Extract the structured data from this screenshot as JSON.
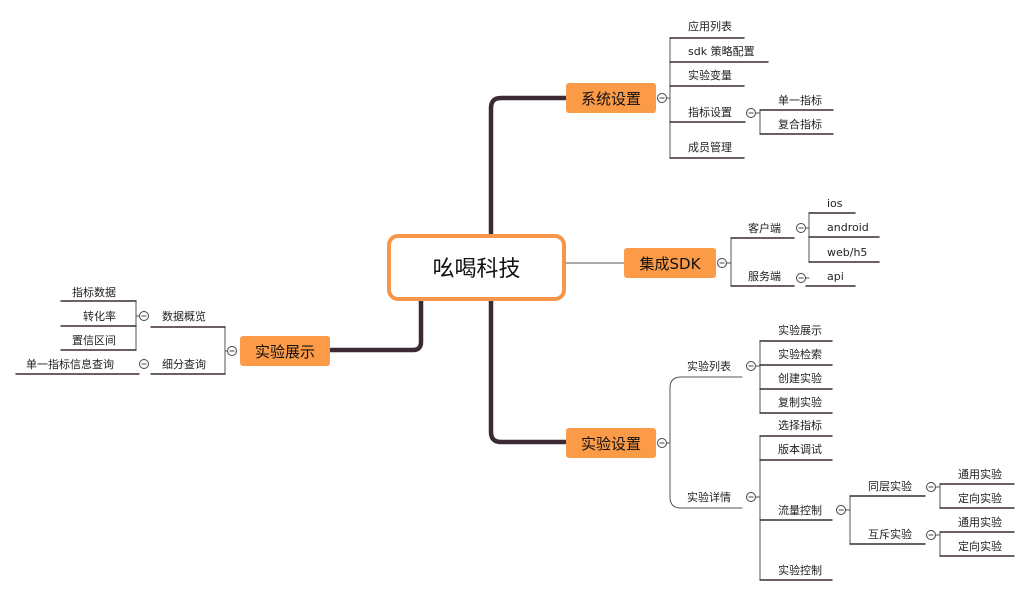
{
  "center": "吆喝科技",
  "colors": {
    "branch_fill": "#fb9a47",
    "center_border": "#f5964a",
    "line": "#3b2a33"
  },
  "branches": {
    "system": {
      "label": "系统设置",
      "items": [
        "应用列表",
        "sdk 策略配置",
        "实验变量",
        "指标设置",
        "成员管理"
      ],
      "metrics": [
        "单一指标",
        "复合指标"
      ]
    },
    "sdk": {
      "label": "集成SDK",
      "client": "客户端",
      "client_items": [
        "ios",
        "android",
        "web/h5"
      ],
      "server": "服务端",
      "server_items": [
        "api"
      ]
    },
    "experiment": {
      "label": "实验设置",
      "list": "实验列表",
      "list_items": [
        "实验展示",
        "实验检索",
        "创建实验",
        "复制实验"
      ],
      "detail": "实验详情",
      "detail_items": [
        "选择指标",
        "版本调试",
        "流量控制",
        "实验控制"
      ],
      "same_layer": "同层实验",
      "exclusive": "互斥实验",
      "exp_types": [
        "通用实验",
        "定向实验"
      ]
    },
    "display": {
      "label": "实验展示",
      "overview": "数据概览",
      "overview_items": [
        "指标数据",
        "转化率",
        "置信区间"
      ],
      "breakdown": "细分查询",
      "breakdown_items": [
        "单一指标信息查询"
      ]
    }
  }
}
